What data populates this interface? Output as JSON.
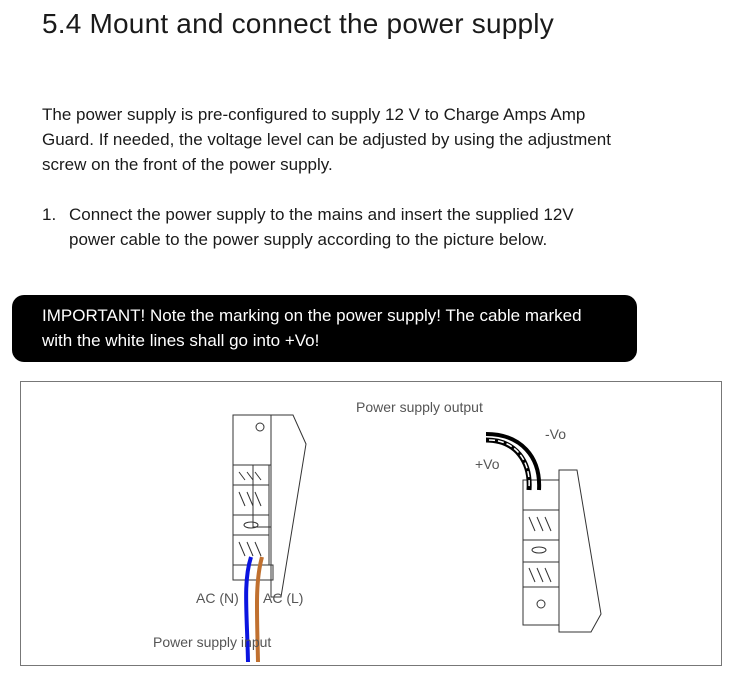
{
  "heading": "5.4 Mount and connect the power supply",
  "intro": "The power supply is pre-configured to supply 12 V to Charge Amps Amp Guard. If needed, the voltage level can be adjusted by using the adjustment screw on the front of the power supply.",
  "steps": [
    {
      "number": "1.",
      "text": "Connect the power supply to the mains and insert the supplied 12V power cable to the power supply according to the picture below."
    }
  ],
  "callout": "IMPORTANT! Note the marking on the power supply! The cable marked with the white lines shall go into +Vo!",
  "figure": {
    "output_label": "Power supply output",
    "neg_label": "-Vo",
    "pos_label": "+Vo",
    "ac_n_label": "AC (N)",
    "ac_l_label": "AC (L)",
    "input_label": "Power supply input",
    "colors": {
      "neutral": "#0a14e0",
      "live": "#c0702f"
    }
  }
}
